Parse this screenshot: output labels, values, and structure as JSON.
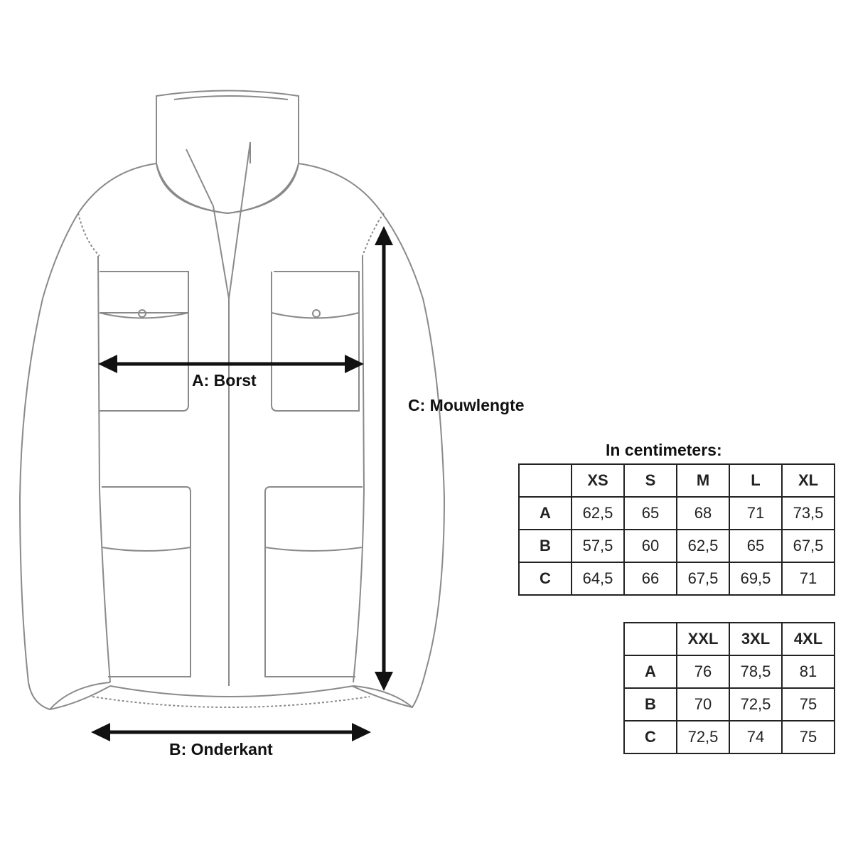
{
  "labels": {
    "a": "A: Borst",
    "b": "B: Onderkant",
    "c": "C: Mouwlengte"
  },
  "table_title": "In centimeters:",
  "table1": {
    "headers": [
      "",
      "XS",
      "S",
      "M",
      "L",
      "XL"
    ],
    "rows": [
      [
        "A",
        "62,5",
        "65",
        "68",
        "71",
        "73,5"
      ],
      [
        "B",
        "57,5",
        "60",
        "62,5",
        "65",
        "67,5"
      ],
      [
        "C",
        "64,5",
        "66",
        "67,5",
        "69,5",
        "71"
      ]
    ]
  },
  "table2": {
    "headers": [
      "",
      "XXL",
      "3XL",
      "4XL"
    ],
    "rows": [
      [
        "A",
        "76",
        "78,5",
        "81"
      ],
      [
        "B",
        "70",
        "72,5",
        "75"
      ],
      [
        "C",
        "72,5",
        "74",
        "75"
      ]
    ]
  }
}
